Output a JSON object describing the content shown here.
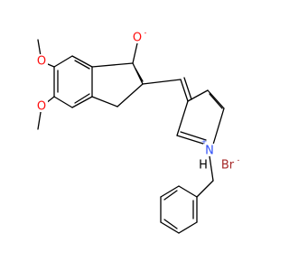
{
  "molecule": {
    "atoms": {
      "o_enolate": "O",
      "o_enolate_charge": "-",
      "o_methoxy_top": "O",
      "o_methoxy_bottom": "O",
      "n_pyridinium": "N",
      "n_pyridinium_charge": "+",
      "n_hydrogen": "H",
      "bromide": "Br",
      "bromide_charge": "-"
    },
    "colors": {
      "bond": "#000000",
      "oxygen": "#ff0d0d",
      "nitrogen": "#3050f8",
      "hydrogen": "#000000",
      "bromine": "#a62929"
    }
  }
}
